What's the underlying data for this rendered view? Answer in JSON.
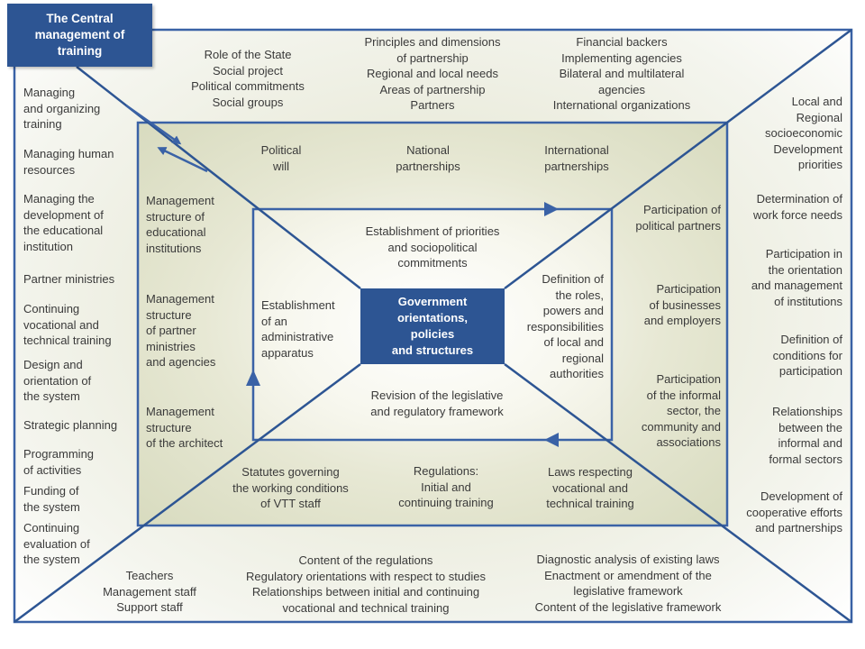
{
  "header": {
    "tab_title": "The Central\nmanagement of\ntraining"
  },
  "center": {
    "title": "Government\norientations,\npolicies\nand structures"
  },
  "top_outer": {
    "role_of_state": "Role of the State\nSocial project\nPolitical commitments\nSocial groups",
    "principles": "Principles and dimensions\nof partnership\nRegional and local needs\nAreas of partnership\nPartners",
    "financial": "Financial backers\nImplementing agencies\nBilateral and  multilateral\nagencies\nInternational organizations"
  },
  "top_middle": {
    "political_will": "Political\nwill",
    "national_partnerships": "National\npartnerships",
    "international_partnerships": "International\npartnerships"
  },
  "inner": {
    "top": "Establishment of priorities\nand sociopolitical\ncommitments",
    "left": "Establishment\nof an\nadministrative\napparatus",
    "right": "Definition of\nthe roles,\npowers and\nresponsibilities\nof local and\nregional\nauthorities",
    "bottom": "Revision of the legislative\nand regulatory framework"
  },
  "left_middle": {
    "items": [
      "Management\nstructure of\neducational\ninstitutions",
      "Management\nstructure\nof partner\nministries\nand agencies",
      "Management\nstructure\nof the architect"
    ]
  },
  "right_middle": {
    "items": [
      "Participation of\npolitical partners",
      "Participation\nof businesses\nand employers",
      "Participation\nof the informal\nsector, the\ncommunity and\nassociations"
    ]
  },
  "bottom_middle": {
    "statutes": "Statutes governing\nthe working conditions\nof VTT staff",
    "regulations": "Regulations:\nInitial and\ncontinuing training",
    "laws": "Laws respecting\nvocational and\ntechnical training"
  },
  "left_outer": {
    "items": [
      "Managing\nand organizing\ntraining",
      "Managing human\nresources",
      "Managing the\ndevelopment of\nthe educational\ninstitution",
      "Partner ministries",
      "Continuing\nvocational and\ntechnical training",
      "Design and\norientation of\n the system",
      "Strategic planning",
      "Programming\nof activities",
      "Funding of\nthe system",
      "Continuing\nevaluation of\nthe system"
    ]
  },
  "right_outer": {
    "items": [
      "Local and\nRegional\nsocioeconomic\nDevelopment\npriorities",
      "Determination of\nwork force needs",
      "Participation in\nthe orientation\nand management\nof institutions",
      "Definition of\nconditions for\nparticipation",
      "Relationships\nbetween the\ninformal and\nformal sectors",
      "Development of\ncooperative efforts\nand partnerships"
    ]
  },
  "bottom_outer": {
    "staff": "Teachers\nManagement staff\nSupport staff",
    "regulations_content": "Content of the regulations\nRegulatory orientations with respect to studies\nRelationships between initial and continuing\nvocational and technical training",
    "legal": "Diagnostic analysis of existing laws\nEnactment or amendment of the\nlegislative framework\nContent of the legislative framework"
  },
  "colors": {
    "frame_blue": "#3a62a6",
    "box_blue": "#2d5593",
    "text": "#3a3a3a"
  }
}
